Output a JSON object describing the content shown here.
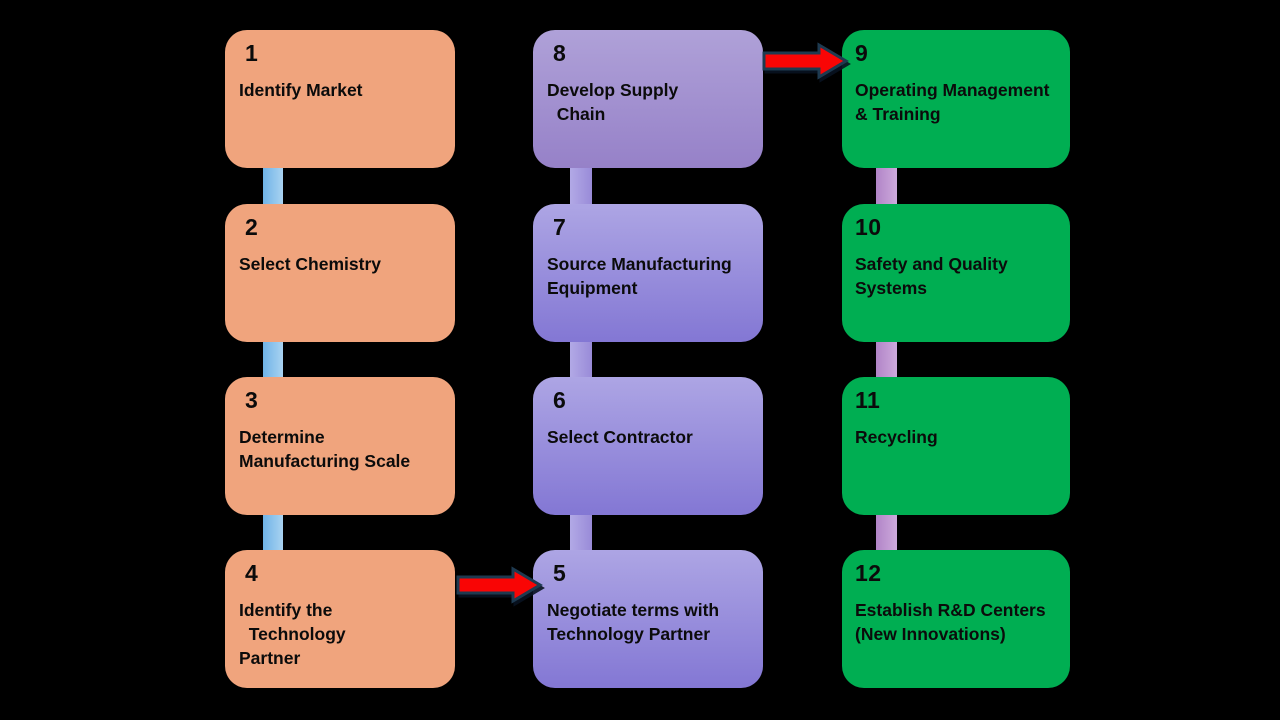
{
  "colors": {
    "background": "#000000",
    "salmon": "#F0A47D",
    "purple_top": "#ADA5E4",
    "purple_bottom": "#8377D4",
    "purple8_top": "#AFA1D8",
    "purple8_bottom": "#9681C8",
    "green": "#00AE52",
    "conn_blue_l": "#6FB3E7",
    "conn_blue_r": "#A9D3F1",
    "conn_purple_l": "#B2A9E6",
    "conn_purple_r": "#998BD8",
    "conn_lilac_l": "#B184C7",
    "conn_lilac_r": "#CDAADC",
    "arrow_red": "#F90505",
    "arrow_outline": "#1E3A50",
    "text": "#0B0B0B"
  },
  "columns": [
    {
      "name": "column-1-salmon",
      "boxes": [
        {
          "num": "1",
          "text": "Identify Market"
        },
        {
          "num": "2",
          "text": "Select Chemistry"
        },
        {
          "num": "3",
          "text": "Determine\nManufacturing Scale"
        },
        {
          "num": "4",
          "text": "Identify the\n  Technology\nPartner"
        }
      ]
    },
    {
      "name": "column-2-purple",
      "boxes": [
        {
          "num": "8",
          "text": "Develop Supply\n  Chain"
        },
        {
          "num": "7",
          "text": "Source Manufacturing\nEquipment"
        },
        {
          "num": "6",
          "text": "Select Contractor"
        },
        {
          "num": "5",
          "text": "Negotiate terms with\nTechnology Partner"
        }
      ]
    },
    {
      "name": "column-3-green",
      "boxes": [
        {
          "num": "9",
          "text": "Operating Management\n& Training"
        },
        {
          "num": "10",
          "text": "Safety and Quality\nSystems"
        },
        {
          "num": "11",
          "text": "Recycling"
        },
        {
          "num": "12",
          "text": "Establish R&D Centers\n(New Innovations)"
        }
      ]
    }
  ],
  "arrows": [
    {
      "name": "arrow-8-to-9",
      "from": "8",
      "to": "9"
    },
    {
      "name": "arrow-4-to-5",
      "from": "4",
      "to": "5"
    }
  ]
}
